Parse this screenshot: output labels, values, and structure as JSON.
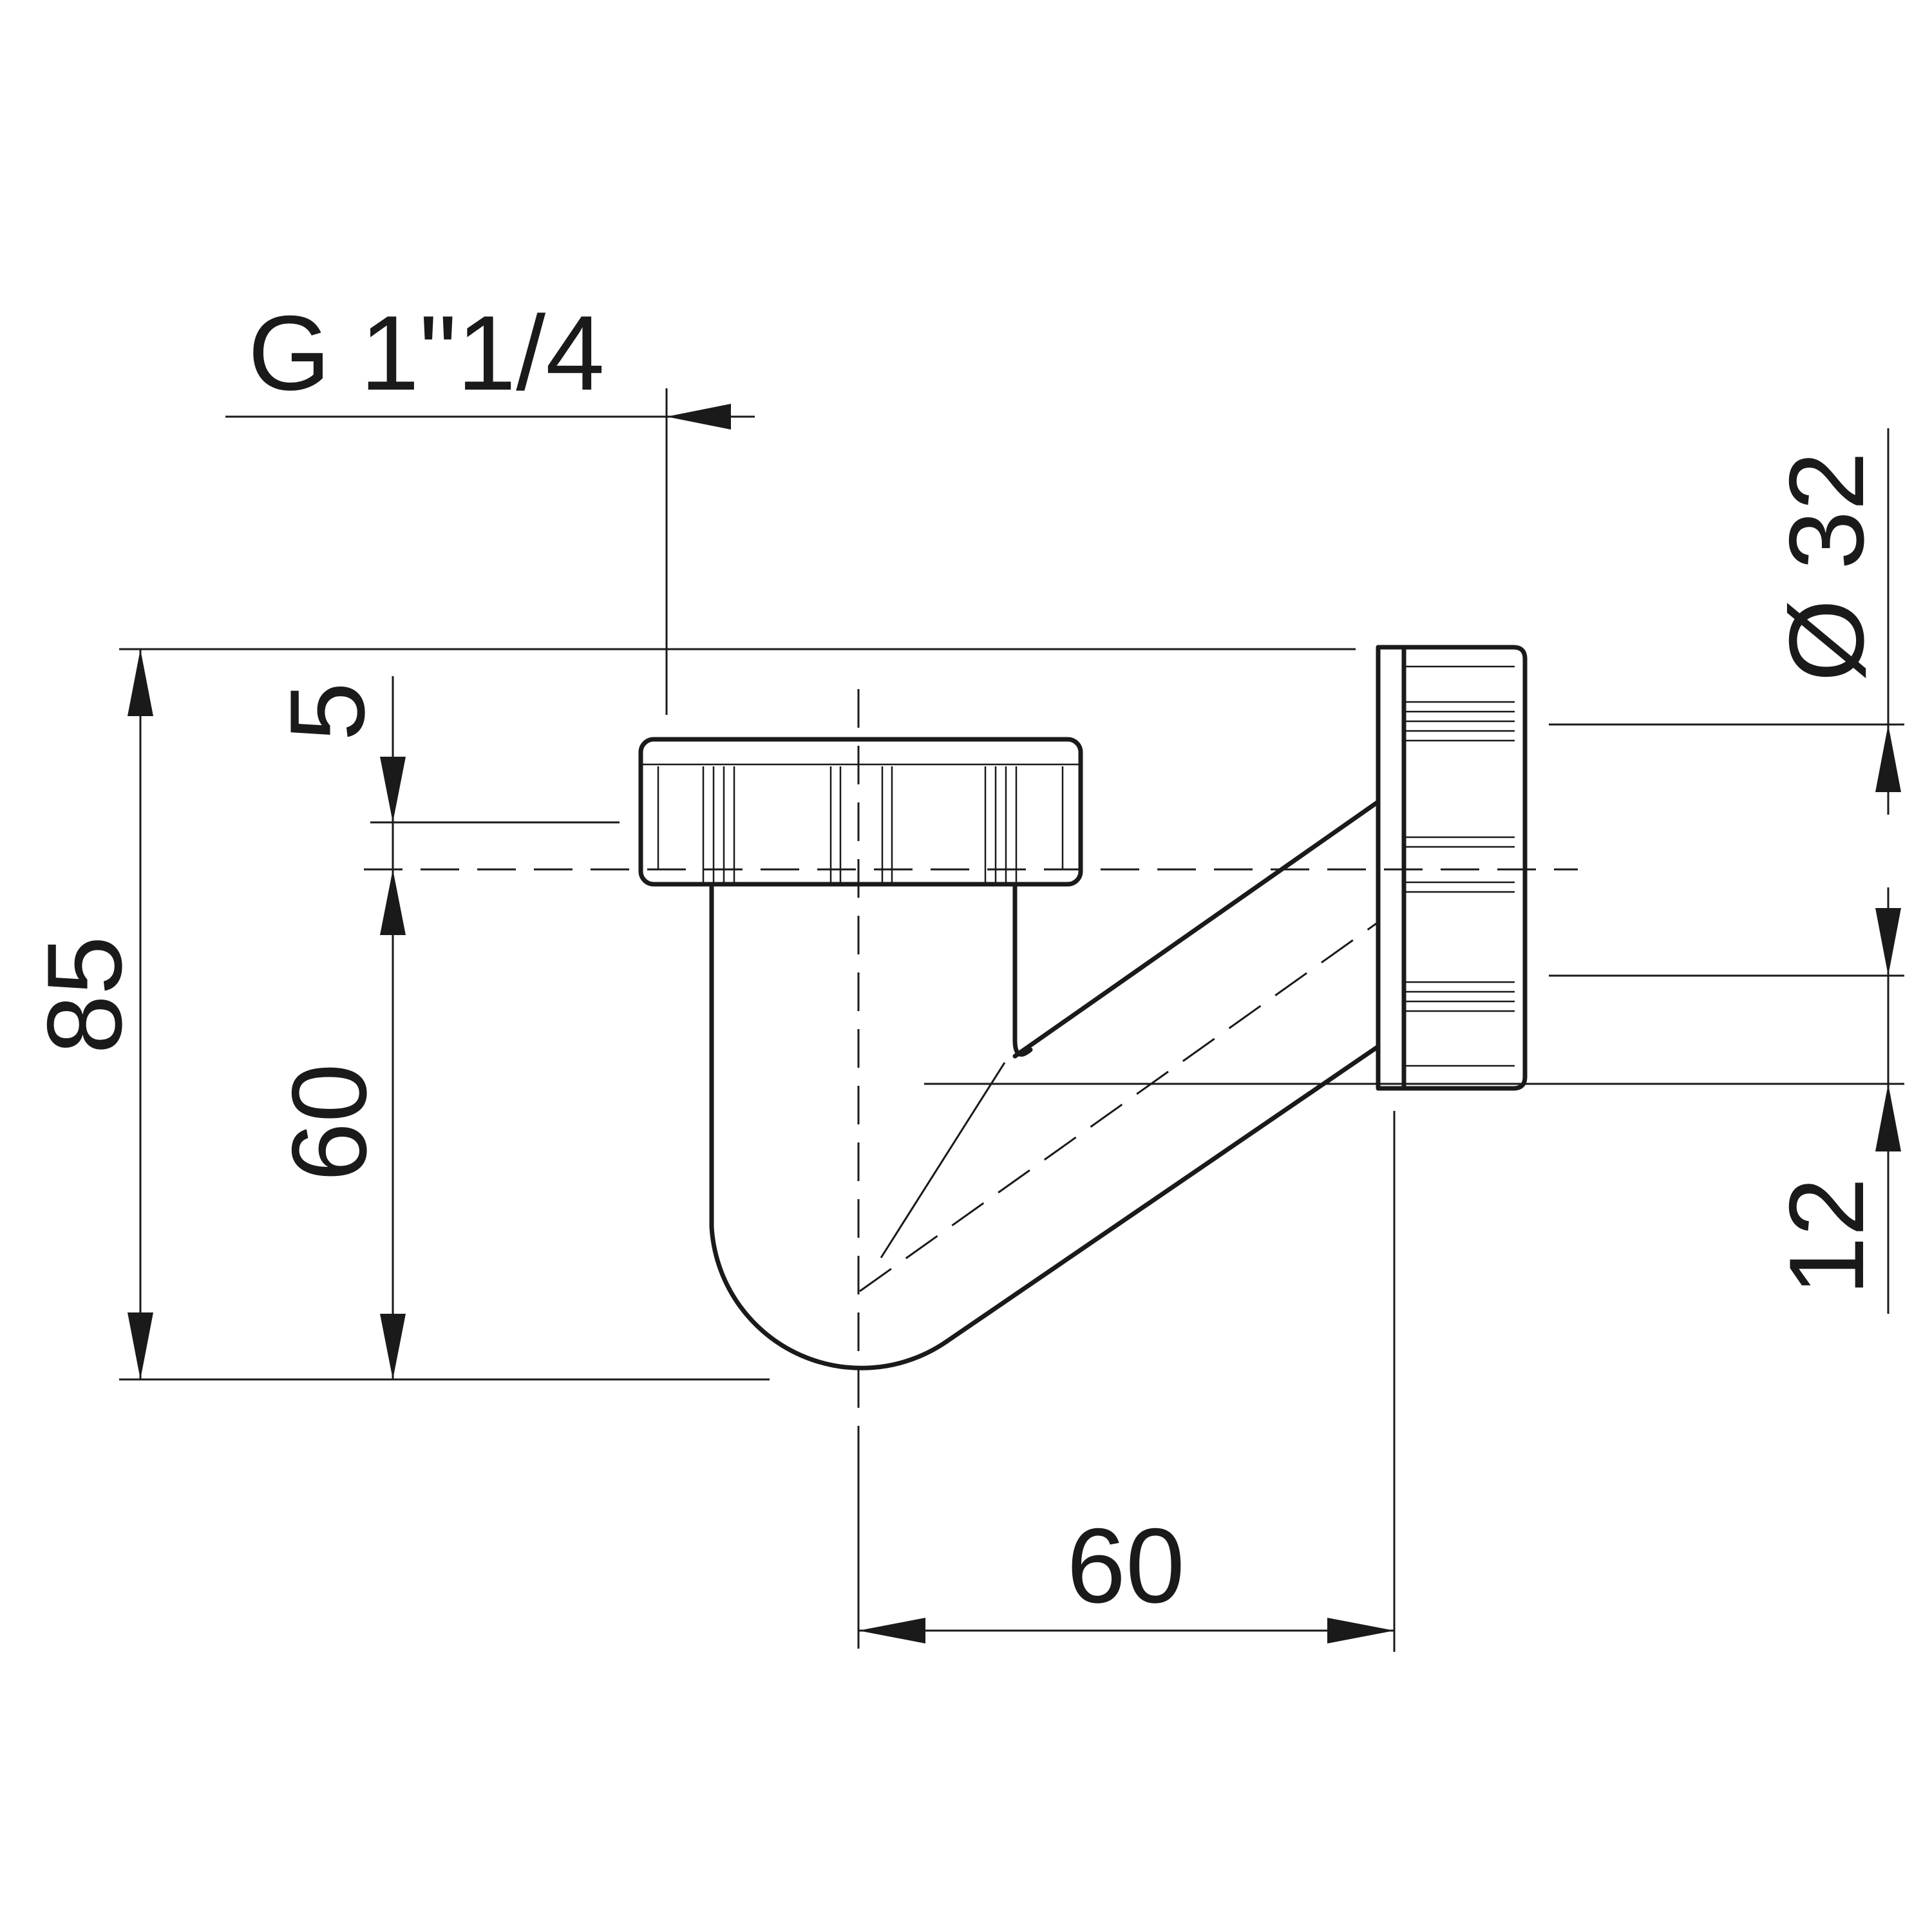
{
  "drawing": {
    "thread_label": "G 1\"1/4",
    "dim_overall_height": "85",
    "dim_nut_offset": "5",
    "dim_inlet_depth": "60",
    "dim_outlet_projection": "60",
    "dim_outlet_diameter": "Ø 32",
    "dim_outlet_offset": "12"
  }
}
